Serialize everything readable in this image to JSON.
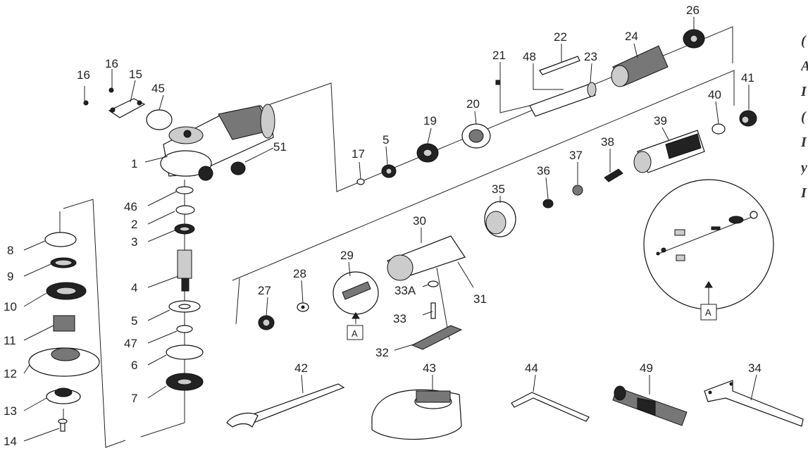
{
  "part_numbers": {
    "p1": "1",
    "p2": "2",
    "p3": "3",
    "p4": "4",
    "p5a": "5",
    "p5b": "5",
    "p6": "6",
    "p7": "7",
    "p8": "8",
    "p9": "9",
    "p10": "10",
    "p11": "11",
    "p12": "12",
    "p13": "13",
    "p14": "14",
    "p15": "15",
    "p16a": "16",
    "p16b": "16",
    "p17": "17",
    "p19": "19",
    "p20": "20",
    "p21": "21",
    "p22": "22",
    "p23": "23",
    "p24": "24",
    "p26": "26",
    "p27": "27",
    "p28": "28",
    "p29": "29",
    "p30": "30",
    "p31": "31",
    "p32": "32",
    "p33": "33",
    "p33a": "33A",
    "p34": "34",
    "p35": "35",
    "p36": "36",
    "p37": "37",
    "p38": "38",
    "p39": "39",
    "p40": "40",
    "p41": "41",
    "p42": "42",
    "p43": "43",
    "p44": "44",
    "p45": "45",
    "p46": "46",
    "p47": "47",
    "p48": "48",
    "p49": "49",
    "p51": "51"
  },
  "detail_ref": {
    "box_29": "A",
    "box_detail": "A"
  },
  "edge_text": [
    "(",
    "A",
    "I",
    "(",
    "I",
    "y",
    "I"
  ]
}
